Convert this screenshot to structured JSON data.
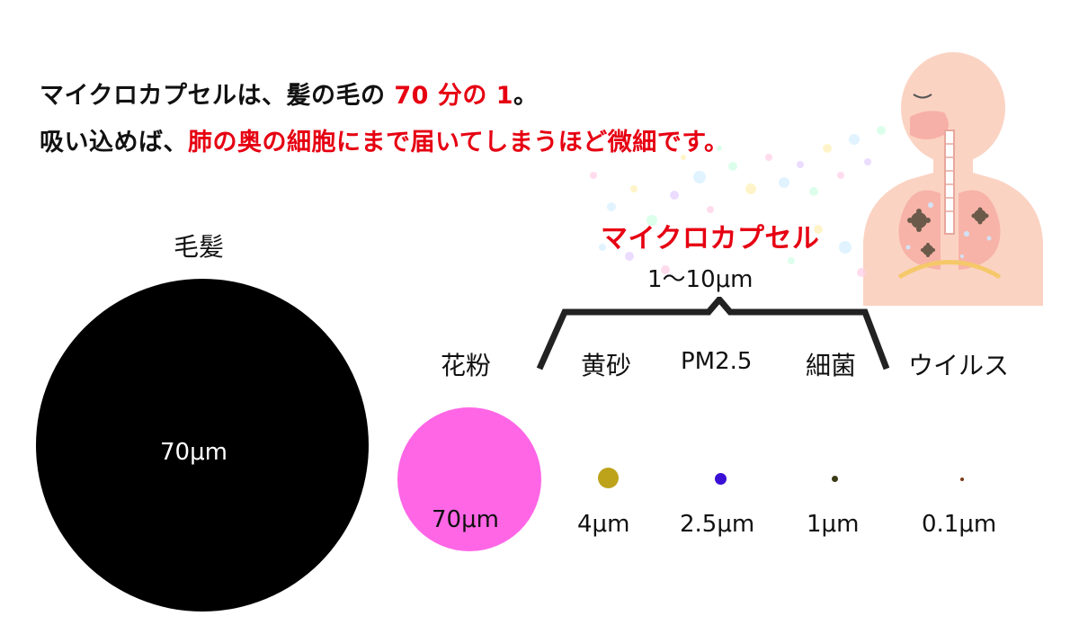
{
  "headline": {
    "line1_prefix": "マイクロカプセルは、髪の毛の ",
    "line1_highlight": "70 分の 1",
    "line1_suffix": "。",
    "line2_prefix": "吸い込めば、",
    "line2_highlight": "肺の奥の細胞にまで届いてしまうほど微細です。"
  },
  "microcapsule": {
    "title": "マイクロカプセル",
    "range": "1〜10μm"
  },
  "particles": [
    {
      "key": "hair",
      "label": "毛髪",
      "size": "70μm",
      "color": "#000000"
    },
    {
      "key": "pollen",
      "label": "花粉",
      "size": "70μm",
      "color": "#ff66e6"
    },
    {
      "key": "yellow-sand",
      "label": "黄砂",
      "size": "4μm",
      "color": "#bda31a"
    },
    {
      "key": "pm25",
      "label": "PM2.5",
      "size": "2.5μm",
      "color": "#3a0fd6"
    },
    {
      "key": "bacteria",
      "label": "細菌",
      "size": "1μm",
      "color": "#3b3a16"
    },
    {
      "key": "virus",
      "label": "ウイルス",
      "size": "0.1μm",
      "color": "#7a3a1a"
    }
  ],
  "colors": {
    "accent": "#e60012",
    "text": "#111111"
  },
  "icons": {
    "illustration": "human-respiratory-illustration",
    "bubbles": "microcapsule-bubbles",
    "bracket": "bracket"
  }
}
